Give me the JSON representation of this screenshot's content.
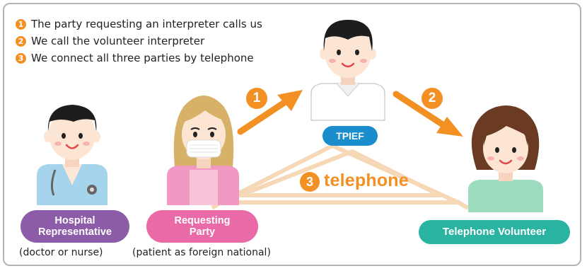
{
  "steps": [
    {
      "num": "1",
      "text": "The party requesting an interpreter calls us"
    },
    {
      "num": "2",
      "text": "We call the volunteer interpreter"
    },
    {
      "num": "3",
      "text": "We connect all three parties by telephone"
    }
  ],
  "labels": {
    "hospital": "Hospital\nRepresentative",
    "hospital_caption": "(doctor or nurse)",
    "requesting": "Requesting\nParty",
    "requesting_caption": "(patient as foreign national)",
    "tpief": "TPIEF",
    "volunteer": "Telephone Volunteer"
  },
  "arrows": {
    "one": "1",
    "two": "2"
  },
  "telephone": {
    "num": "3",
    "text": "telephone"
  },
  "colors": {
    "accent_orange": "#f39023",
    "hospital_pill": "#8d5ca9",
    "requesting_pill": "#ea6aa8",
    "tpief_pill": "#1a8dcc",
    "volunteer_pill": "#2bb3a2",
    "phone_line": "#f7d8b6",
    "frame": "#b3b3b3"
  }
}
